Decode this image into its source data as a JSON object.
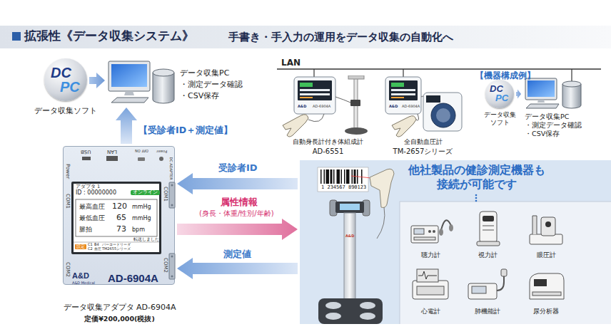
{
  "diagram": {
    "title": "拡張性《データ収集システム》",
    "nodes": [
      {
        "text": [
          "DC",
          "PC",
          "データ収集ソフト"
        ]
      },
      {
        "text": [
          "データ収集PC",
          "・測定データ確認",
          "・CSV保存"
        ]
      },
      {
        "text": [
          "自動身長計付き体組成計",
          "AD-6551"
        ]
      },
      {
        "text": [
          "全自動血圧計",
          "TM-2657シリーズ"
        ]
      },
      {
        "text": [
          "DC",
          "PC",
          "データ収集 ソフト"
        ]
      },
      {
        "text": [
          "データ収集PC",
          "・測定データ確認",
          "・CSV保存"
        ]
      },
      {
        "text": [
          "AD-6904A",
          "データ収集アダプタ AD-6904A",
          "定価¥200,000(税抜)"
        ]
      },
      {
        "text": [
          "アダプタ 1",
          "ID : 00000000",
          "オンライン",
          "最高血圧",
          "120",
          "mmHg",
          "最低血圧",
          "65",
          "mmHg",
          "脈拍",
          "73",
          "bpm",
          "転送しました",
          "設定",
          "C1",
          "B4",
          "バーコードリーダ",
          "C2",
          "血圧",
          "TM2655シリーズ"
        ],
        "in": 6
      },
      {
        "text": [
          "他社製品の健診測定機器も 接続が可能です"
        ]
      },
      {
        "text": [
          "聴力計"
        ],
        "in": 8
      },
      {
        "text": [
          "視力計"
        ],
        "in": 8
      },
      {
        "text": [
          "眼圧計"
        ],
        "in": 8
      },
      {
        "text": [
          "心電計"
        ],
        "in": 8
      },
      {
        "text": [
          "肺機能計"
        ],
        "in": 8
      },
      {
        "text": [
          "尿分析器"
        ],
        "in": 8
      }
    ],
    "edges": [
      {
        "from": 0,
        "to": 1,
        "arrow": "to"
      },
      {
        "from": 4,
        "to": 5,
        "arrow": "to"
      },
      {
        "from": 6,
        "to": 1,
        "arrow": "to",
        "label": "【受診者ID＋測定値】"
      },
      {
        "from": 8,
        "to": 6,
        "arrow": "to",
        "label": "受診者ID"
      },
      {
        "from": 6,
        "to": 8,
        "arrow": "to",
        "label": "属性情報"
      },
      {
        "from": 8,
        "to": 6,
        "arrow": "to",
        "label": "測定値"
      }
    ],
    "labels": [
      "手書き・手入力の運用をデータ収集の自動化へ",
      "LAN",
      "【機器構成例】",
      "A&D",
      "AD-6904A",
      "A&D",
      "AD-6904A",
      "Power",
      "USB",
      "LAN",
      "OFF ON",
      "Power",
      "DC ADAPTER",
      "COM1",
      "COM2",
      "COM1",
      "COM2",
      "A&D",
      "A&D Medical",
      "(身長・体重/性別/年齢)",
      "1 234567 890123",
      "A&D"
    ]
  }
}
